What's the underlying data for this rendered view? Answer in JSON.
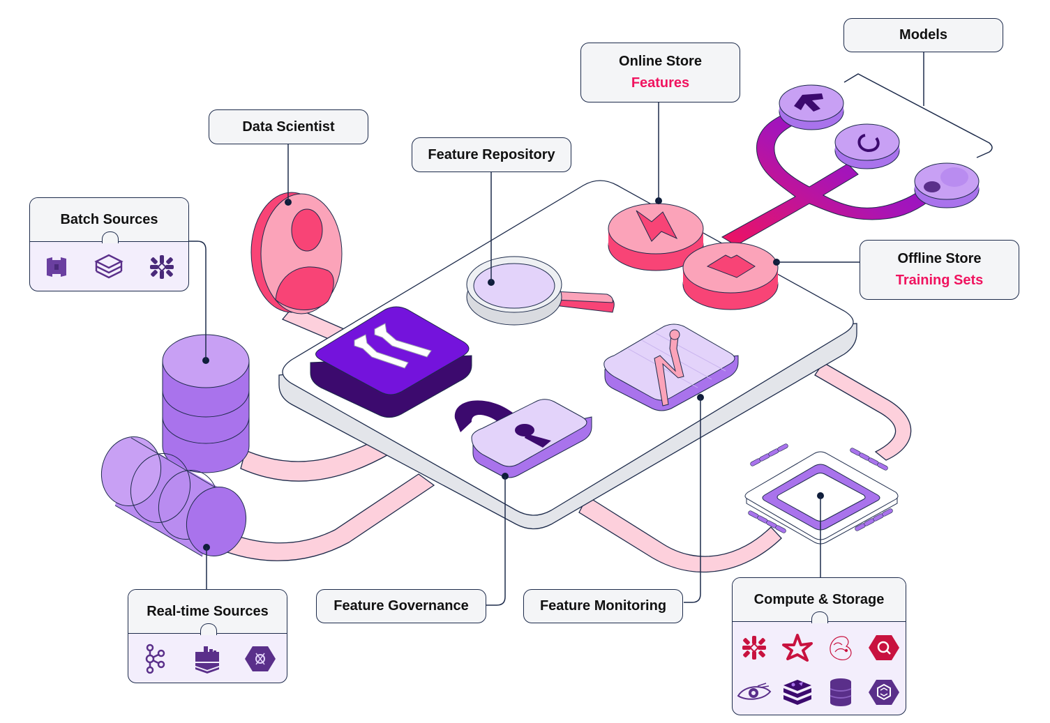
{
  "diagram": {
    "title_labels": {
      "models": "Models",
      "online_store": {
        "title": "Online Store",
        "subtitle": "Features"
      },
      "offline_store": {
        "title": "Offline Store",
        "subtitle": "Training Sets"
      },
      "data_scientist": "Data Scientist",
      "feature_repository": "Feature Repository",
      "feature_governance": "Feature Governance",
      "feature_monitoring": "Feature Monitoring"
    },
    "source_groups": {
      "batch": {
        "title": "Batch Sources",
        "icons": [
          "aws-s3-icon",
          "databricks-icon",
          "snowflake-icon"
        ]
      },
      "realtime": {
        "title": "Real-time Sources",
        "icons": [
          "kafka-icon",
          "aws-kinesis-icon",
          "gcp-pubsub-icon"
        ]
      },
      "compute_storage": {
        "title": "Compute & Storage",
        "icons": [
          "snowflake-icon",
          "databricks-spark-icon",
          "flink-squirrel-icon",
          "bigquery-icon",
          "cassandra-eye-icon",
          "redis-icon",
          "dynamodb-icon",
          "gcp-bigtable-icon"
        ]
      }
    },
    "nodes": [
      "data-scientist-avatar",
      "featureform-logo-tile",
      "feature-repository-magnifier",
      "feature-governance-lock",
      "feature-monitoring-chart-tile",
      "online-store-disk",
      "offline-store-disk",
      "model-tensorflow-disk",
      "model-pytorch-disk",
      "model-sklearn-disk",
      "batch-database-cylinder",
      "realtime-stream-cylinder",
      "compute-chip"
    ],
    "colors": {
      "outline": "#1c2a4a",
      "label_bg": "#f4f5f7",
      "accent_pink": "#f0135f",
      "pink_light": "#fba3b9",
      "pink_mid": "#f84476",
      "pipe_pink": "#fdd0dc",
      "purple_dark": "#3c0a6e",
      "purple_brand": "#7413dc",
      "purple_mid": "#a973ec",
      "purple_light": "#c8a0f4",
      "lavender": "#e3d3fa",
      "source_bg": "#f3eefc"
    }
  }
}
